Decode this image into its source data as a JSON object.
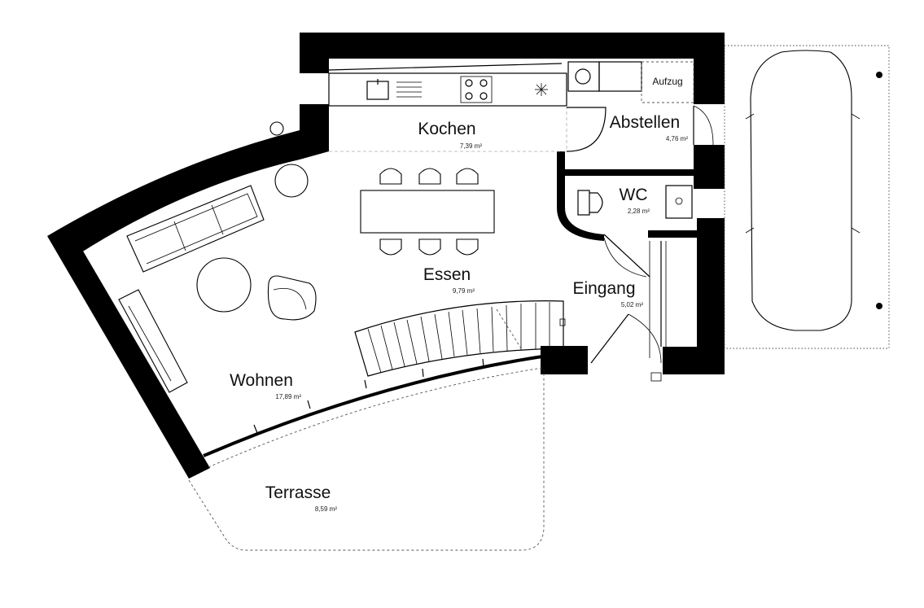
{
  "rooms": {
    "kochen": {
      "name": "Kochen",
      "area": "7,39 m²"
    },
    "abstellen": {
      "name": "Abstellen",
      "area": "4,76 m²"
    },
    "wc": {
      "name": "WC",
      "area": "2,28 m²"
    },
    "essen": {
      "name": "Essen",
      "area": "9,79 m²"
    },
    "eingang": {
      "name": "Eingang",
      "area": "5,02 m²"
    },
    "wohnen": {
      "name": "Wohnen",
      "area": "17,89 m²"
    },
    "terrasse": {
      "name": "Terrasse",
      "area": "8,59 m²"
    }
  },
  "labels": {
    "aufzug": "Aufzug"
  },
  "colors": {
    "wall": "#000000",
    "background": "#ffffff"
  }
}
